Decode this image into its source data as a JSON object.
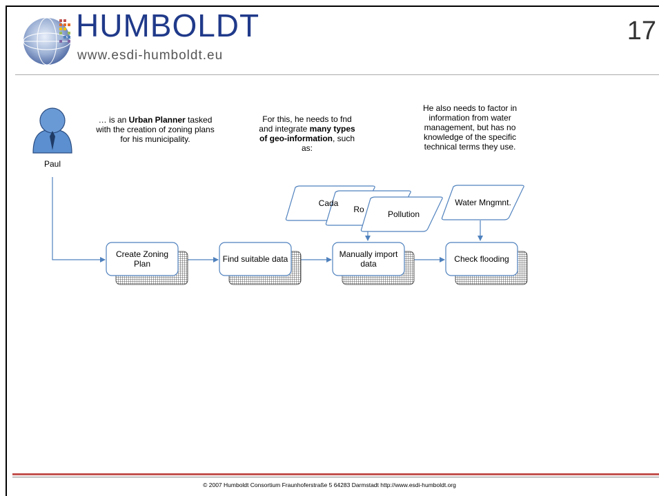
{
  "header": {
    "logo_name": "HUMBOLDT",
    "logo_url": "www.esdi-humboldt.eu",
    "slide_number": "17"
  },
  "actor": {
    "name": "Paul",
    "description_parts": [
      "… is an ",
      "Urban Planner",
      " tasked with the creation of zoning plans for his municipality."
    ]
  },
  "notes": {
    "needs_parts": [
      "For this, he needs to fnd and integrate ",
      "many types of geo-information",
      ", such as:"
    ],
    "water_note": "He also needs to factor in information from water management, but has no knowledge of the specific technical terms they use."
  },
  "process": [
    {
      "label": "Create Zoning Plan"
    },
    {
      "label": "Find suitable data"
    },
    {
      "label": "Manually import data"
    },
    {
      "label": "Check flooding"
    }
  ],
  "data_sources": [
    {
      "label": "Cada"
    },
    {
      "label": "Ro"
    },
    {
      "label": "Pollution"
    },
    {
      "label": "Water Mngmnt."
    }
  ],
  "footer": {
    "text": "© 2007 Humboldt Consortium   Fraunhoferstraße 5   64283 Darmstadt   http://www.esdi-humboldt.org"
  },
  "colors": {
    "accent_rule": "#c0504d",
    "connector": "#4f81bd",
    "logo_blue": "#203a8a"
  }
}
